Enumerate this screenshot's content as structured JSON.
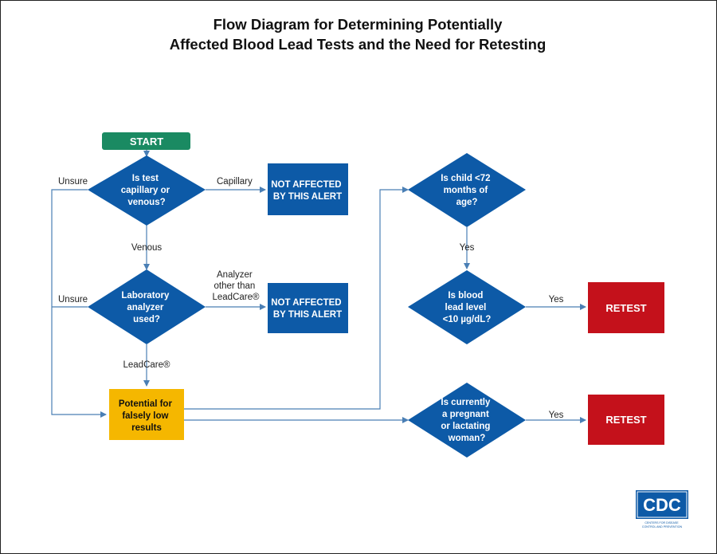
{
  "title": {
    "line1": "Flow Diagram for Determining Potentially",
    "line2": "Affected Blood Lead Tests and the Need for Retesting"
  },
  "start": {
    "label": "START"
  },
  "decisions": {
    "specimen": [
      "Is test",
      "capillary or",
      "venous?"
    ],
    "analyzer": [
      "Laboratory",
      "analyzer",
      "used?"
    ],
    "age": [
      "Is child <72",
      "months of",
      "age?"
    ],
    "level": [
      "Is blood",
      "lead level",
      "<10 µg/dL?"
    ],
    "pregnant": [
      "Is currently",
      "a pregnant",
      "or lactating",
      "woman?"
    ]
  },
  "outcomes": {
    "not_affected_1": [
      "NOT AFFECTED",
      "BY THIS ALERT"
    ],
    "not_affected_2": [
      "NOT AFFECTED",
      "BY THIS ALERT"
    ],
    "potential": [
      "Potential for",
      "falsely low",
      "results"
    ],
    "retest_1": "RETEST",
    "retest_2": "RETEST"
  },
  "edge_labels": {
    "unsure_1": "Unsure",
    "capillary": "Capillary",
    "venous": "Venous",
    "unsure_2": "Unsure",
    "analyzer_other": [
      "Analyzer",
      "other than",
      "LeadCare®"
    ],
    "leadcare": "LeadCare®",
    "yes_age": "Yes",
    "yes_level": "Yes",
    "yes_pregnant": "Yes"
  },
  "logo": {
    "text": "CDC",
    "tagline": [
      "CENTERS FOR DISEASE",
      "CONTROL AND PREVENTION"
    ]
  },
  "colors": {
    "blue": "#0d5aa7",
    "green": "#1a8a62",
    "yellow": "#f5b700",
    "red": "#c4111b",
    "line": "#4a7fb5"
  }
}
